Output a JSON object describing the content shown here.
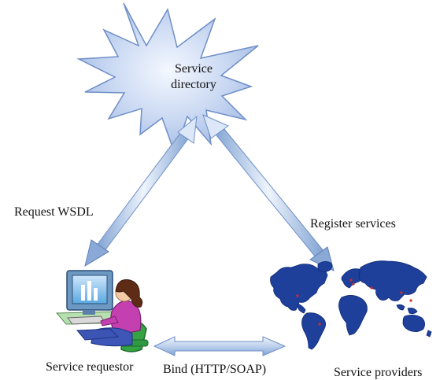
{
  "nodes": {
    "directory": {
      "label_line1": "Service",
      "label_line2": "directory"
    },
    "requestor": {
      "label": "Service requestor"
    },
    "providers": {
      "label": "Service providers"
    }
  },
  "edges": {
    "request": {
      "label": "Request WSDL"
    },
    "register": {
      "label": "Register services"
    },
    "bind": {
      "label": "Bind (HTTP/SOAP)"
    }
  },
  "colors": {
    "starburst_fill": "#c9d8f2",
    "starburst_stroke": "#6f8fc8",
    "arrow_light": "#eaf1fb",
    "arrow_dark": "#7fa2d2",
    "map_fill": "#1e3f9a",
    "map_dark": "#0f2a78",
    "monitor": "#5a93c8",
    "shirt": "#c43fb0",
    "chair": "#2f9a40"
  }
}
